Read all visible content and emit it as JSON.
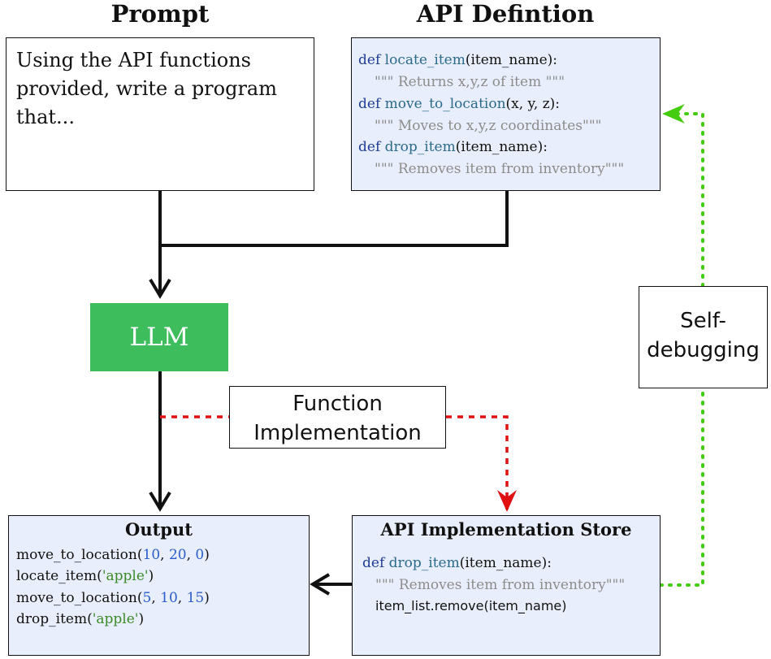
{
  "titles": {
    "prompt": "Prompt",
    "api_definition": "API Defintion"
  },
  "prompt": {
    "text": "Using the API functions provided, write a program that..."
  },
  "api_definition": {
    "lines": [
      {
        "kw": "def",
        "fn": "locate_item",
        "args": "(item_name):"
      },
      {
        "comment": "\"\"\" Returns x,y,z of item \"\"\""
      },
      {
        "kw": "def",
        "fn": "move_to_location",
        "args": "(x, y, z):"
      },
      {
        "comment": "\"\"\" Moves to x,y,z coordinates\"\"\""
      },
      {
        "kw": "def",
        "fn": "drop_item",
        "args": "(item_name):"
      },
      {
        "comment": "\"\"\" Removes item from inventory\"\"\""
      }
    ]
  },
  "llm": {
    "label": "LLM"
  },
  "function_implementation": {
    "line1": "Function",
    "line2": "Implementation"
  },
  "self_debugging": {
    "line1": "Self-",
    "line2": "debugging"
  },
  "output": {
    "title": "Output",
    "lines": [
      {
        "fn": "move_to_location(",
        "args": [
          "10",
          "20",
          "0"
        ],
        "close": ")"
      },
      {
        "fn": "locate_item(",
        "str": "'apple'",
        "close": ")"
      },
      {
        "fn": "move_to_location(",
        "args": [
          "5",
          "10",
          "15"
        ],
        "close": ")"
      },
      {
        "fn": "drop_item(",
        "str": "'apple'",
        "close": ")"
      }
    ]
  },
  "store": {
    "title": "API Implementation Store",
    "kw": "def",
    "fn": "drop_item",
    "args": "(item_name):",
    "comment": "\"\"\" Removes item from inventory\"\"\"",
    "body": "item_list.remove(item_name)"
  },
  "colors": {
    "llm": "#3dbd5c",
    "code_bg": "#e8eefb",
    "red_dashed": "#e01010",
    "green_dashed": "#44cc11"
  }
}
